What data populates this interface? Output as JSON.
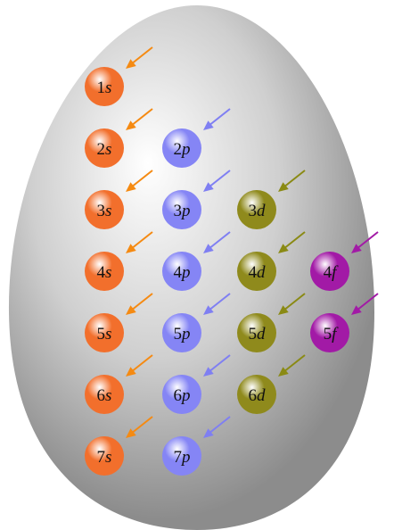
{
  "colors": {
    "s": "#f26f2c",
    "p": "#8585f5",
    "d": "#8f8a1c",
    "f": "#a21aa6",
    "arrow_s": "#f58a12",
    "arrow_p": "#7f7ff2",
    "arrow_d": "#8a8a14",
    "arrow_f": "#a21aa6",
    "egg_light": "#ffffff",
    "egg_dark": "#8c8c8c"
  },
  "orbitals": [
    {
      "n": "1",
      "l": "s"
    },
    {
      "n": "2",
      "l": "s"
    },
    {
      "n": "2",
      "l": "p"
    },
    {
      "n": "3",
      "l": "s"
    },
    {
      "n": "3",
      "l": "p"
    },
    {
      "n": "3",
      "l": "d"
    },
    {
      "n": "4",
      "l": "s"
    },
    {
      "n": "4",
      "l": "p"
    },
    {
      "n": "4",
      "l": "d"
    },
    {
      "n": "4",
      "l": "f"
    },
    {
      "n": "5",
      "l": "s"
    },
    {
      "n": "5",
      "l": "p"
    },
    {
      "n": "5",
      "l": "d"
    },
    {
      "n": "5",
      "l": "f"
    },
    {
      "n": "6",
      "l": "s"
    },
    {
      "n": "6",
      "l": "p"
    },
    {
      "n": "6",
      "l": "d"
    },
    {
      "n": "7",
      "l": "s"
    },
    {
      "n": "7",
      "l": "p"
    }
  ]
}
